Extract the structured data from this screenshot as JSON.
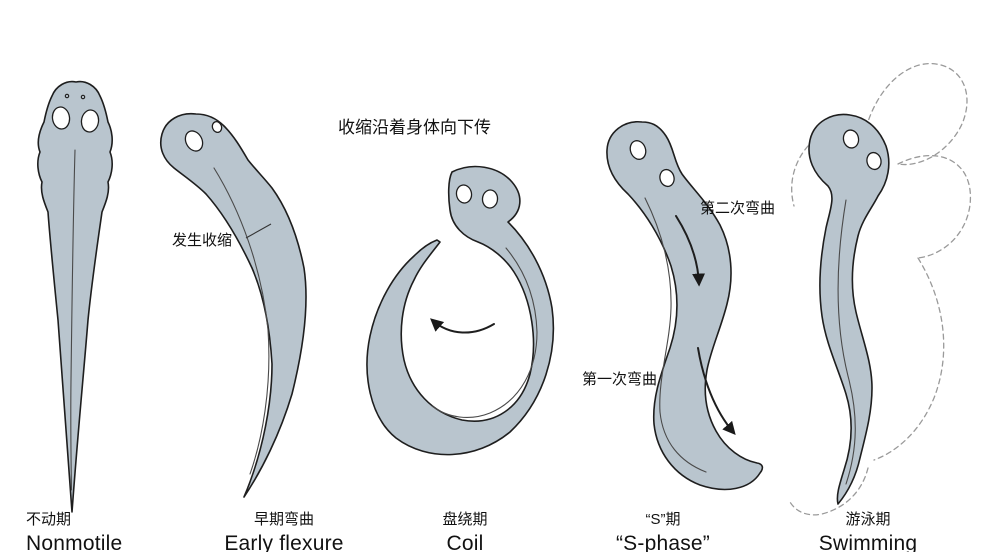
{
  "figure": {
    "stages": [
      {
        "id": "nonmotile",
        "label_cn": "不动期",
        "label_en": "Nonmotile"
      },
      {
        "id": "early-flexure",
        "label_cn": "早期弯曲",
        "label_en": "Early flexure"
      },
      {
        "id": "coil",
        "label_cn": "盘绕期",
        "label_en": "Coil"
      },
      {
        "id": "s-phase",
        "label_cn": "“S”期",
        "label_en": "“S-phase”"
      },
      {
        "id": "swimming",
        "label_cn": "游泳期",
        "label_en": "Swimming"
      }
    ],
    "annotations": {
      "propagation_note": "收缩沿着身体向下传",
      "contraction_note": "发生收缩",
      "second_flexure": "第二次弯曲",
      "first_flexure": "第一次弯曲"
    },
    "icons": {
      "coil_arrow": "counterclockwise-curved-arrow",
      "propagation_arrow_upper": "downward-curved-arrow",
      "propagation_arrow_lower": "downward-curved-arrow"
    },
    "colors": {
      "body_fill": "#b9c5ce",
      "outline": "#1e1e1e",
      "midline": "#4a4a4a",
      "ghost": "#9a9a9a",
      "background": "#ffffff"
    }
  }
}
